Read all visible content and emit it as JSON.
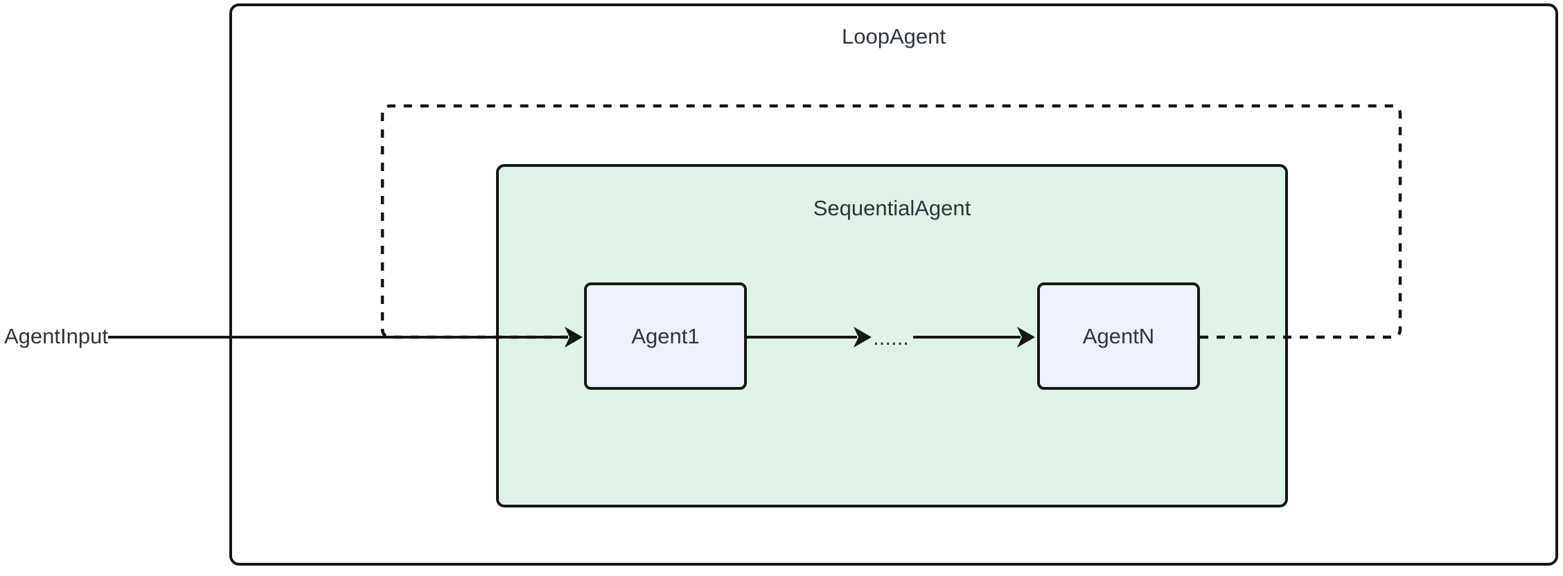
{
  "colors": {
    "canvas_bg": "#ffffff",
    "line": "#161616",
    "text": "#2f353c",
    "sequential_fill": "#dff2e6",
    "node_fill": "#edf1fb"
  },
  "diagram": {
    "loop_agent_label": "LoopAgent",
    "sequential_agent_label": "SequentialAgent",
    "agent1_label": "Agent1",
    "agentn_label": "AgentN",
    "input_label": "AgentInput",
    "ellipsis_label": "......"
  }
}
